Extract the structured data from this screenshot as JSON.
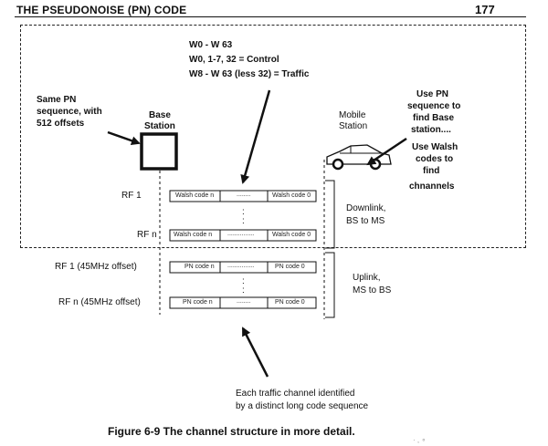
{
  "header": {
    "title": "THE PSEUDONOISE (PN) CODE",
    "page_number": "177"
  },
  "walsh_note": {
    "line1": "W0 - W 63",
    "line2": "W0, 1-7, 32 = Control",
    "line3": "W8 - W 63 (less 32) = Traffic"
  },
  "same_pn_note": {
    "line1": "Same  PN",
    "line2": "sequence, with",
    "line3": "512 offsets"
  },
  "base_station": {
    "line1": "Base",
    "line2": "Station"
  },
  "mobile_station": {
    "line1": "Mobile",
    "line2": "Station"
  },
  "use_pn_note": {
    "line1": "Use PN",
    "line2": "sequence to",
    "line3": "find Base",
    "line4": "station....",
    "line5": "Use Walsh",
    "line6": "codes to",
    "line7": "find",
    "line8": "chnannels"
  },
  "downlink": {
    "rf_top": "RF 1",
    "rf_bottom": "RF n",
    "cell_left": "Walsh code n",
    "cell_mid": "........",
    "cell_left_bottom": "Walsh code n",
    "cell_mid_bottom": "...............",
    "cell_right": "Walsh code 0",
    "vdots": ":",
    "label_line1": "Downlink,",
    "label_line2": "BS to MS"
  },
  "uplink": {
    "rf_top": "RF 1 (45MHz offset)",
    "rf_bottom": "RF n (45MHz offset)",
    "cell_left": "PN code n",
    "cell_mid": "...............",
    "cell_mid_bottom": "........",
    "cell_right": "PN code 0",
    "vdots": ":",
    "label_line1": "Uplink,",
    "label_line2": "MS to BS"
  },
  "traffic_note": {
    "line1": "Each traffic channel identified",
    "line2": "by a distinct long code sequence"
  },
  "caption": "Figure 6-9    The channel structure in more detail.",
  "faint_mark": "· , ∘"
}
